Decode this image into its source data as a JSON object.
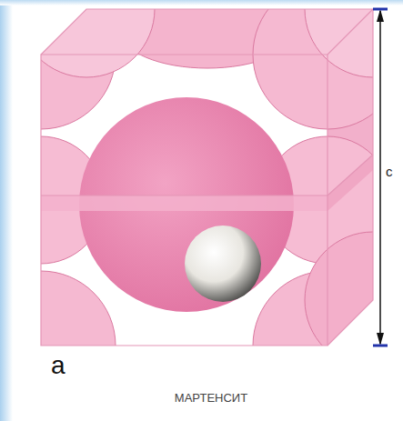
{
  "diagram": {
    "caption": "МАРТЕНСИТ",
    "labels": [
      "c",
      "а"
    ]
  }
}
